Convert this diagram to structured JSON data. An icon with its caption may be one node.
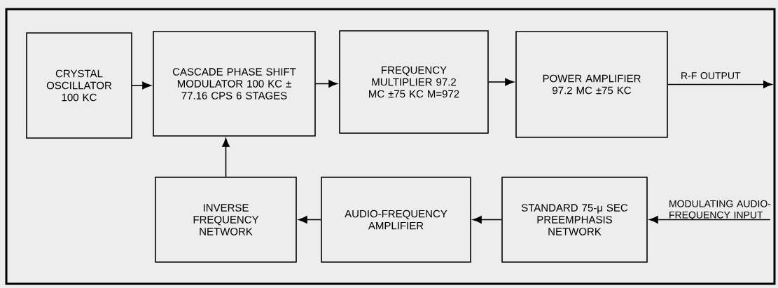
{
  "diagram": {
    "nodes": [
      {
        "text": [
          "CRYSTAL OSCILLATOR 100 KC"
        ]
      },
      {
        "text": [
          "CASCADE PHASE SHIFT MODULATOR 100 KC ± 77.16 CPS 6 STAGES"
        ]
      },
      {
        "text": [
          "FREQUENCY MULTIPLIER 97.2 MC ±75 KC M=972"
        ]
      },
      {
        "text": [
          "POWER AMPLIFIER 97.2 MC ±75 KC"
        ]
      },
      {
        "text": [
          "INVERSE FREQUENCY NETWORK"
        ]
      },
      {
        "text": [
          "AUDIO-FREQUENCY AMPLIFIER"
        ]
      },
      {
        "text": [
          "STANDARD 75-μ SEC PREEMPHASIS NETWORK"
        ]
      }
    ],
    "edges": [
      {
        "from": 0,
        "to": 1,
        "arrow": "to"
      },
      {
        "from": 1,
        "to": 2,
        "arrow": "to"
      },
      {
        "from": 2,
        "to": 3,
        "arrow": "to"
      },
      {
        "from": 3,
        "to": null,
        "arrow": "to",
        "label": "R-F OUTPUT"
      },
      {
        "from": null,
        "to": 6,
        "arrow": "to",
        "label": "MODULATING AUDIO-FREQUENCY INPUT"
      },
      {
        "from": 6,
        "to": 5,
        "arrow": "to"
      },
      {
        "from": 5,
        "to": 4,
        "arrow": "to"
      },
      {
        "from": 4,
        "to": 1,
        "arrow": "to"
      }
    ]
  }
}
